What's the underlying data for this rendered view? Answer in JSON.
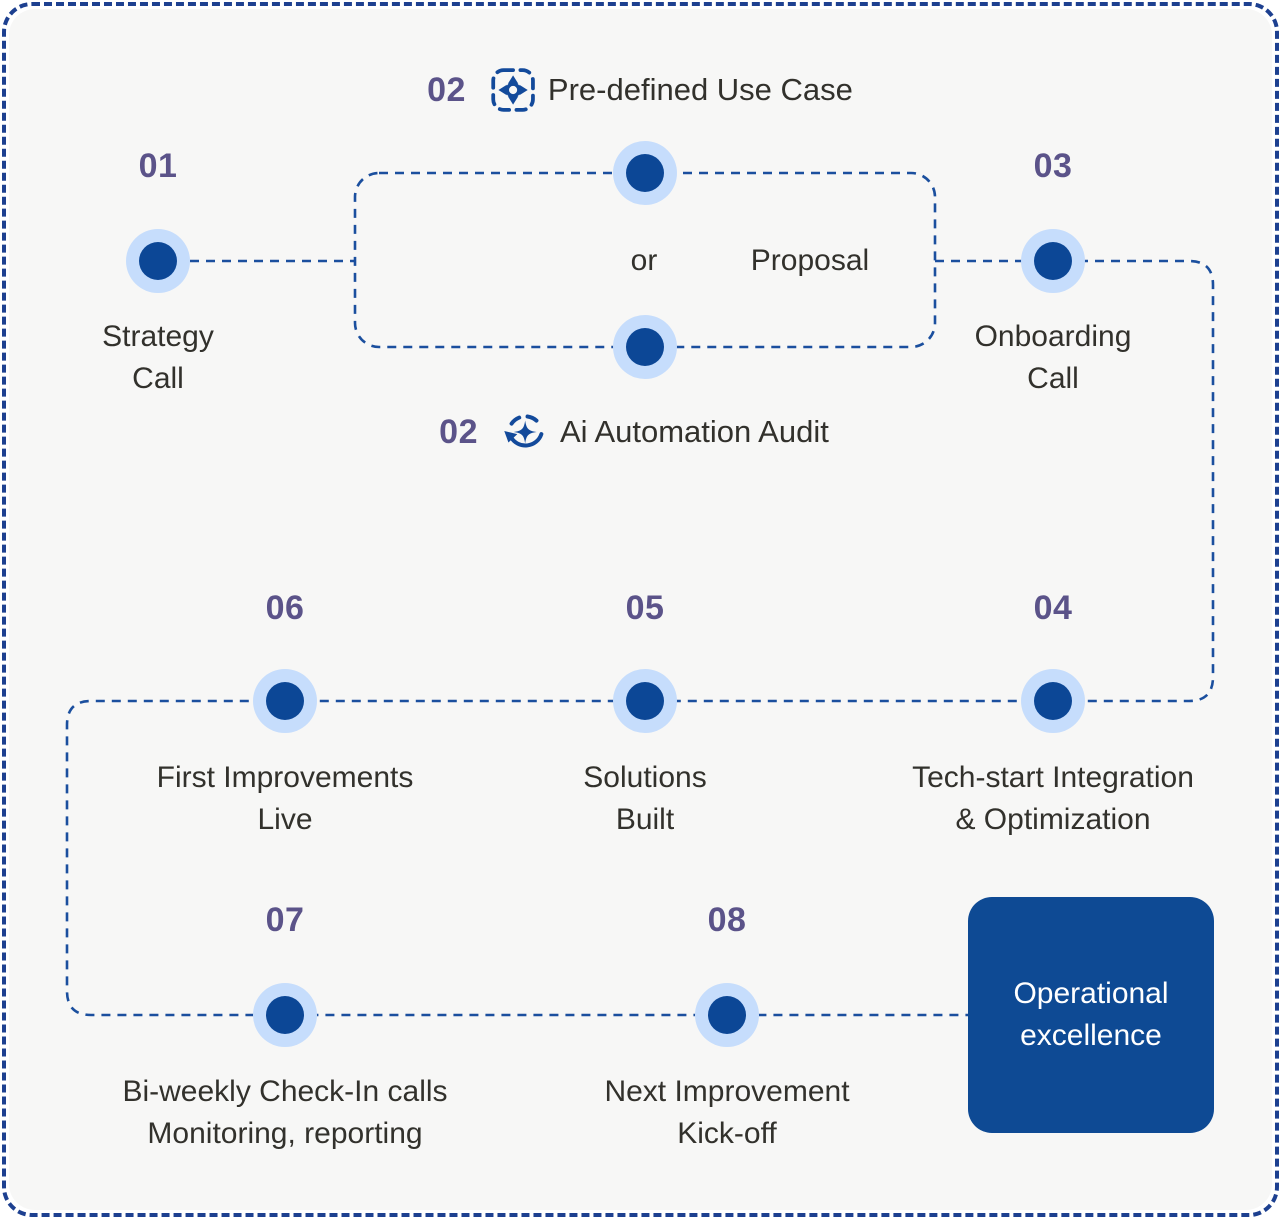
{
  "steps": {
    "s01": {
      "number": "01",
      "line1": "Strategy",
      "line2": "Call"
    },
    "s02_top": {
      "number": "02",
      "label": "Pre-defined Use Case"
    },
    "s02_bottom": {
      "number": "02",
      "label": "Ai Automation Audit"
    },
    "s03": {
      "number": "03",
      "line1": "Onboarding",
      "line2": "Call"
    },
    "s04": {
      "number": "04",
      "line1": "Tech-start Integration",
      "line2": "& Optimization"
    },
    "s05": {
      "number": "05",
      "line1": "Solutions",
      "line2": "Built"
    },
    "s06": {
      "number": "06",
      "line1": "First Improvements",
      "line2": "Live"
    },
    "s07": {
      "number": "07",
      "line1": "Bi-weekly Check-In calls",
      "line2": "Monitoring, reporting"
    },
    "s08": {
      "number": "08",
      "line1": "Next Improvement",
      "line2": "Kick-off"
    }
  },
  "choice": {
    "or_label": "or",
    "proposal_label": "Proposal"
  },
  "outcome": {
    "line1": "Operational",
    "line2": "excellence"
  },
  "icons": {
    "s02_top": "selection-frame-target-icon",
    "s02_bottom": "refresh-sparkle-icon"
  },
  "colors": {
    "connector_line": "#1b4f9e",
    "node_fill": "#0c4796",
    "node_halo": "#c6ddfc",
    "step_number": "#5b5389",
    "label_text": "#32312c",
    "outcome_box": "#0e4a94",
    "panel_background": "#f7f7f6",
    "outer_border": "#1d4090"
  }
}
